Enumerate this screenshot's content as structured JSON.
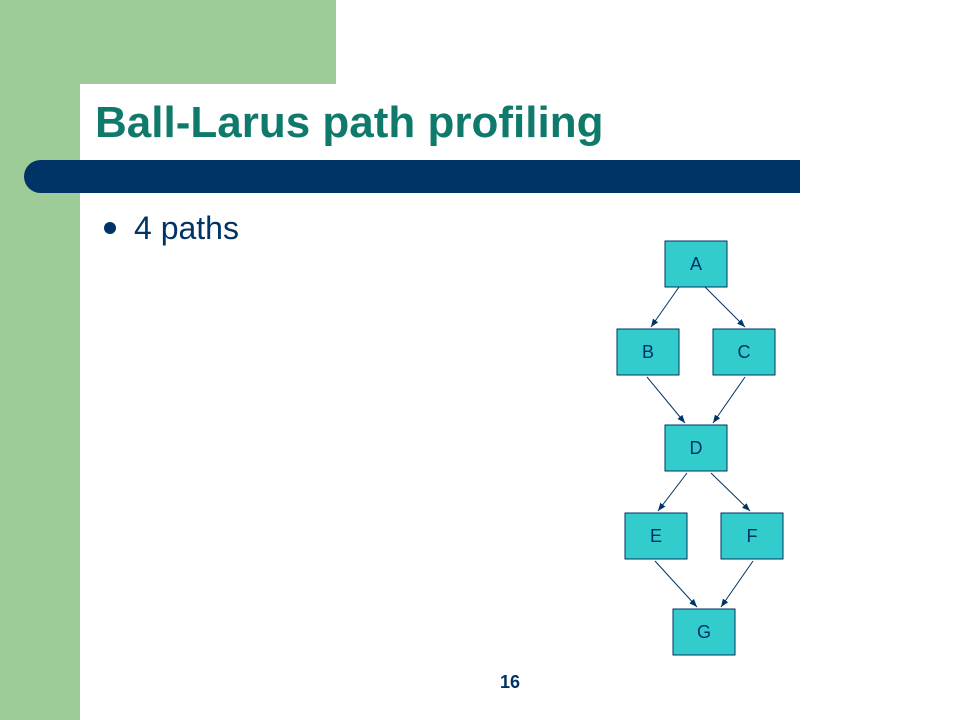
{
  "slide": {
    "title": "Ball-Larus path profiling",
    "bullets": [
      {
        "text": "4 paths"
      }
    ],
    "page_number": "16"
  },
  "diagram": {
    "nodes": [
      {
        "id": "A",
        "label": "A"
      },
      {
        "id": "B",
        "label": "B"
      },
      {
        "id": "C",
        "label": "C"
      },
      {
        "id": "D",
        "label": "D"
      },
      {
        "id": "E",
        "label": "E"
      },
      {
        "id": "F",
        "label": "F"
      },
      {
        "id": "G",
        "label": "G"
      }
    ],
    "edges": [
      {
        "from": "A",
        "to": "B"
      },
      {
        "from": "A",
        "to": "C"
      },
      {
        "from": "B",
        "to": "D"
      },
      {
        "from": "C",
        "to": "D"
      },
      {
        "from": "D",
        "to": "E"
      },
      {
        "from": "D",
        "to": "F"
      },
      {
        "from": "E",
        "to": "G"
      },
      {
        "from": "F",
        "to": "G"
      }
    ]
  },
  "colors": {
    "accent_green": "#9dcc99",
    "title_teal": "#0f7a6c",
    "navy": "#003366",
    "node_fill": "#33cccc"
  }
}
